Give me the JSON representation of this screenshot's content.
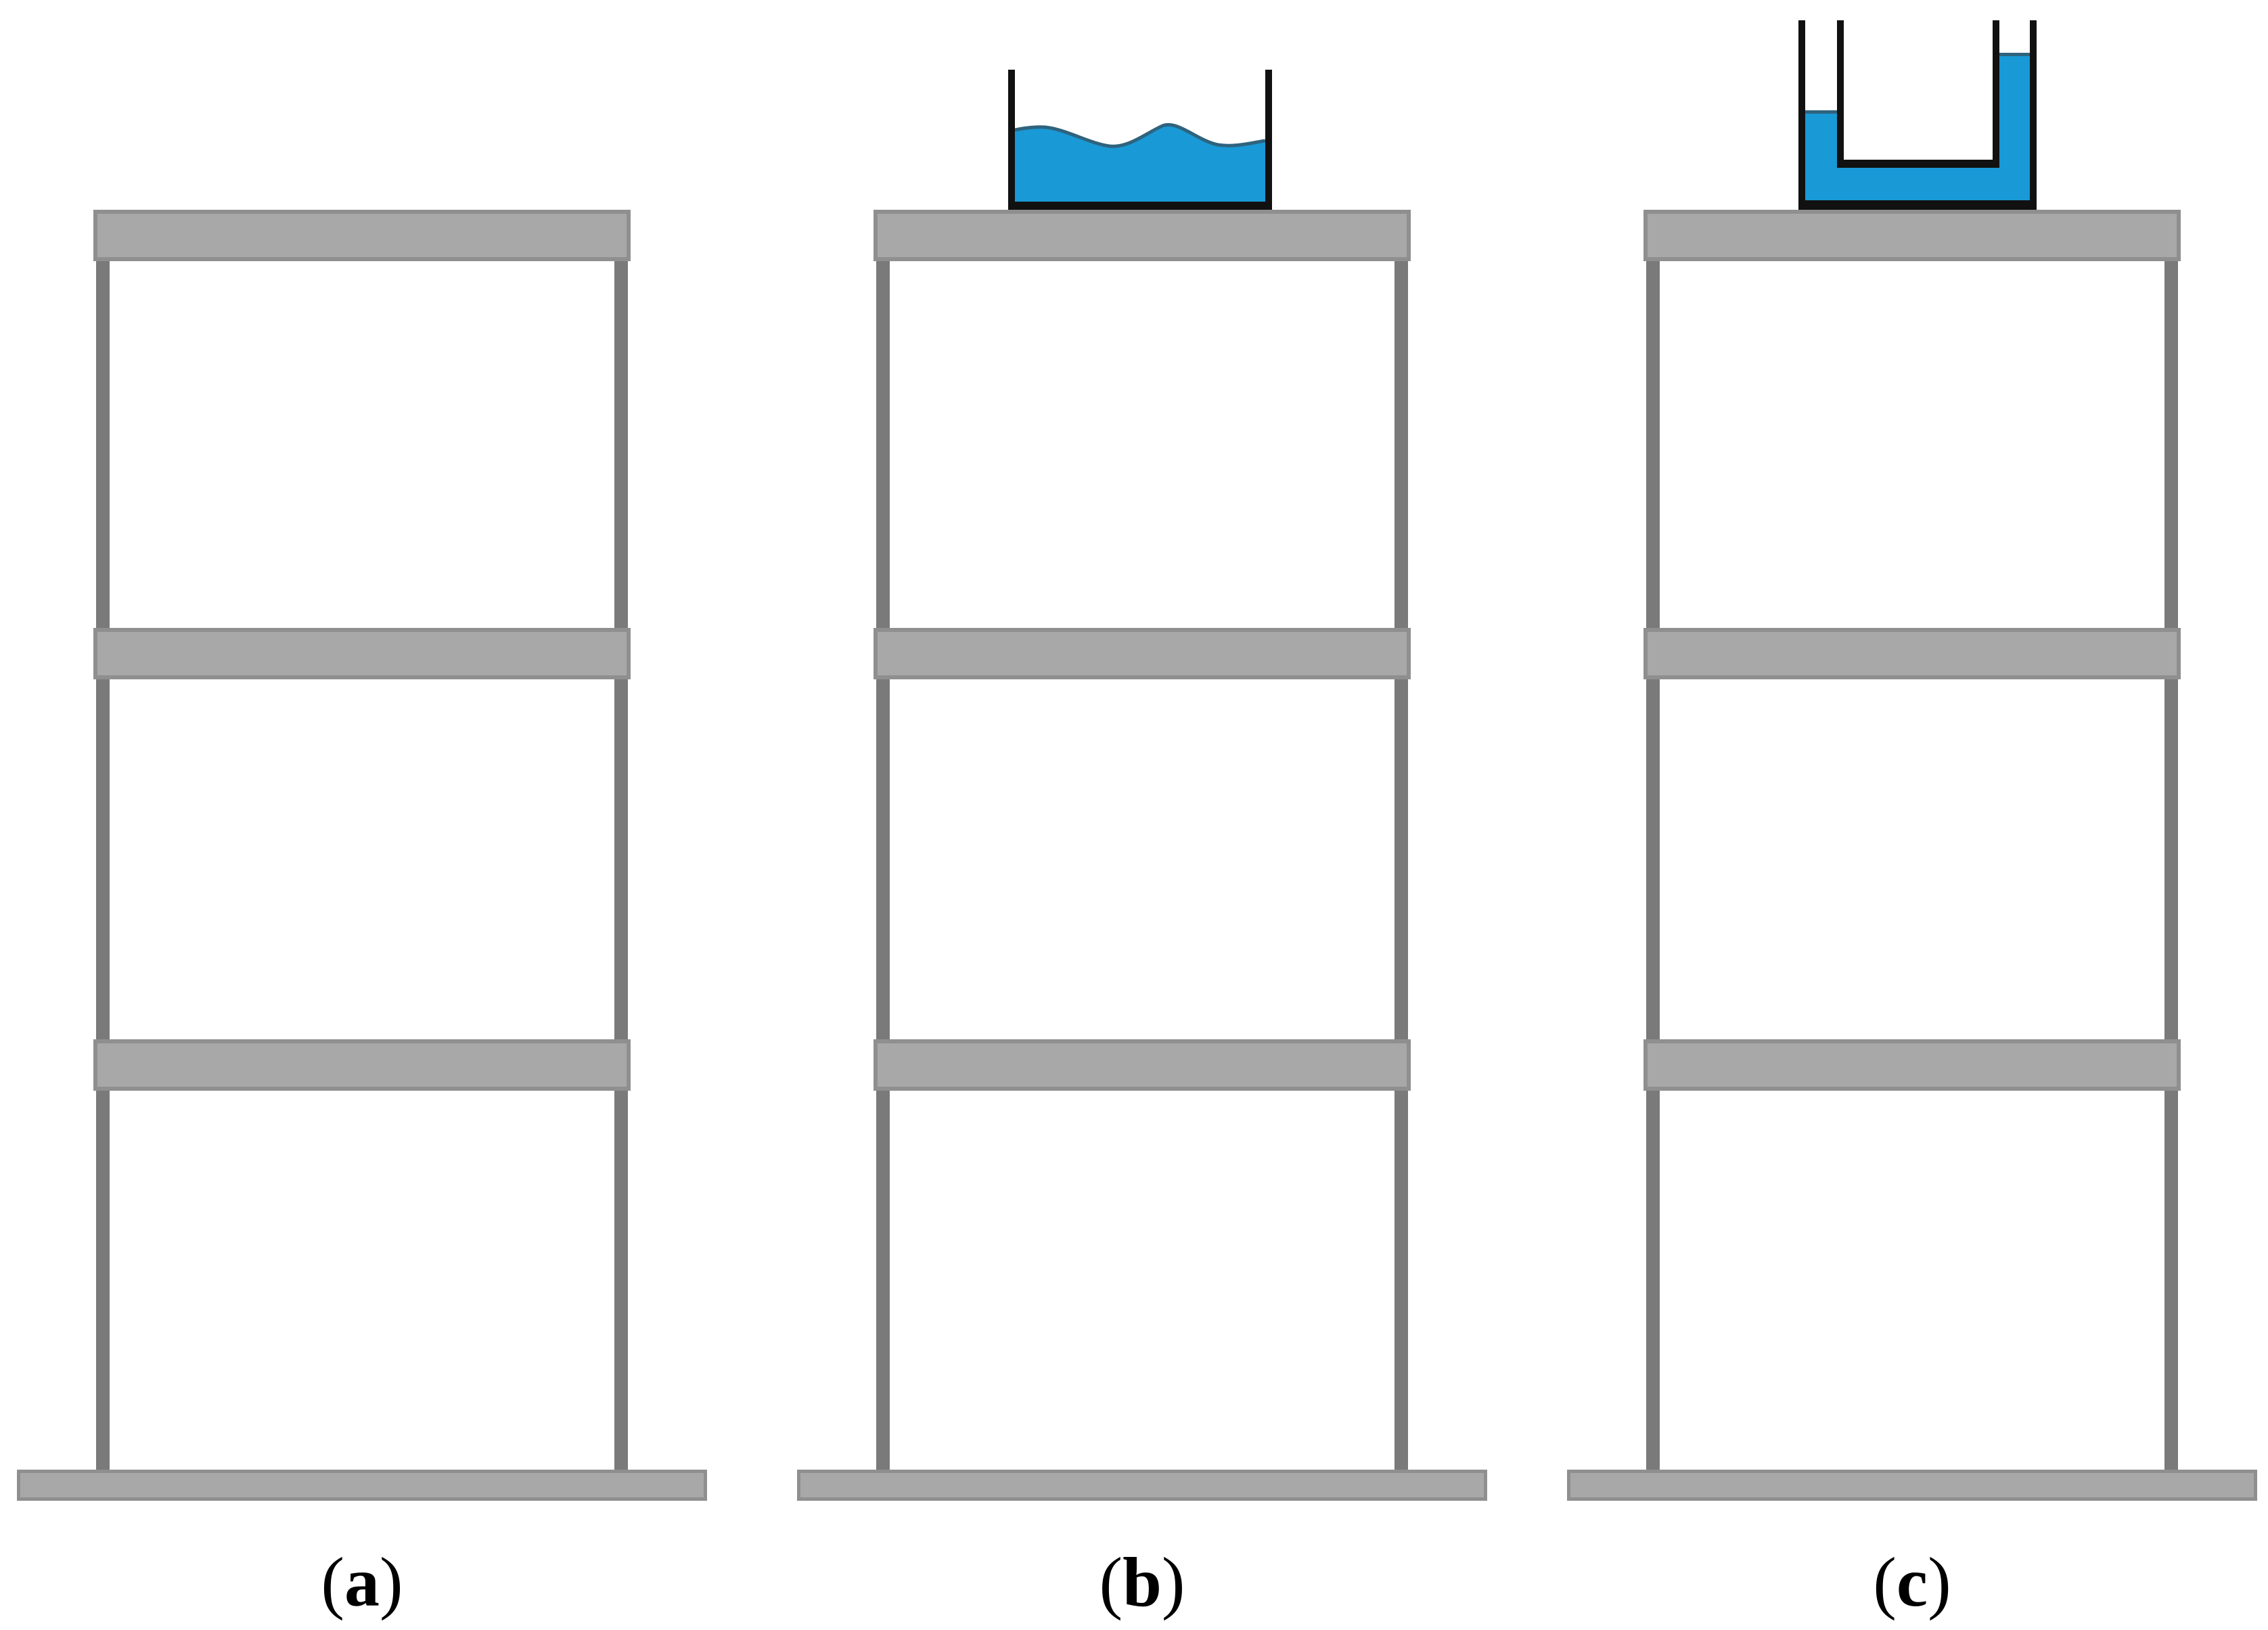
{
  "figure": {
    "panels": [
      {
        "id": "a",
        "label": {
          "open": "(",
          "letter": "a",
          "close": ")"
        }
      },
      {
        "id": "b",
        "label": {
          "open": "(",
          "letter": "b",
          "close": ")"
        }
      },
      {
        "id": "c",
        "label": {
          "open": "(",
          "letter": "c",
          "close": ")"
        }
      }
    ],
    "colors": {
      "background": "#ffffff",
      "slab_fill": "#a8a8a8",
      "slab_border": "#8f8f8f",
      "column_gray": "#7a7a7a",
      "water_blue": "#1999d6",
      "water_edge": "#2f637e",
      "container_line": "#111111",
      "label_text": "#000000"
    }
  }
}
